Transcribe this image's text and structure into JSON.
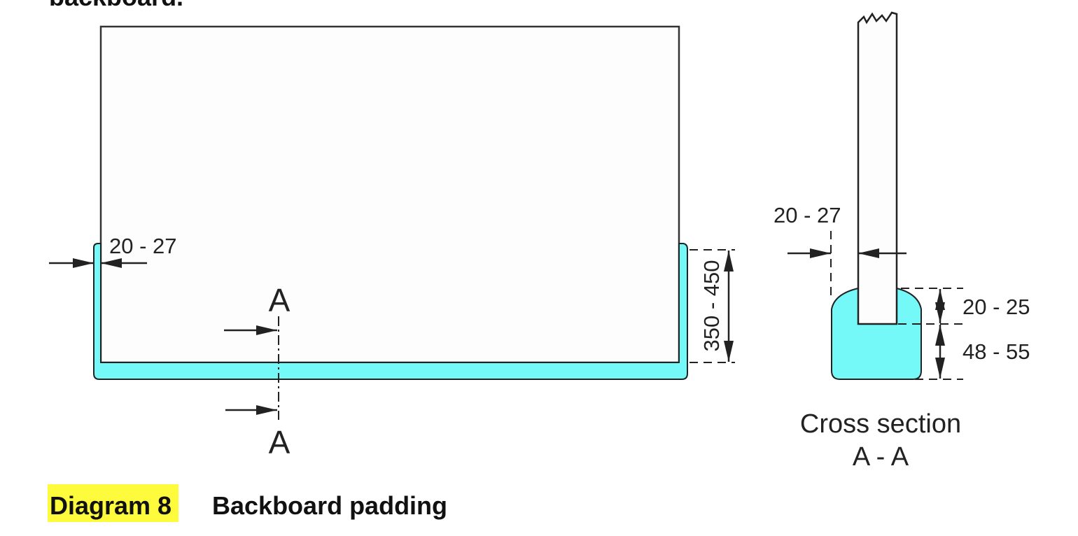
{
  "top_text": "backboard.",
  "colors": {
    "padding": "#74f8f8",
    "highlight": "#fdfb3c",
    "line": "#222222"
  },
  "front_view": {
    "padding_width_label": "20 - 27",
    "padding_height_label": "350 - 450",
    "section_marker_top": "A",
    "section_marker_bottom": "A"
  },
  "cross_section": {
    "padding_width_label": "20 - 27",
    "top_thickness_label": "20 - 25",
    "bottom_thickness_label": "48 - 55",
    "title_line1": "Cross section",
    "title_line2": "A - A"
  },
  "caption": {
    "number": "Diagram 8",
    "title": "Backboard padding"
  }
}
